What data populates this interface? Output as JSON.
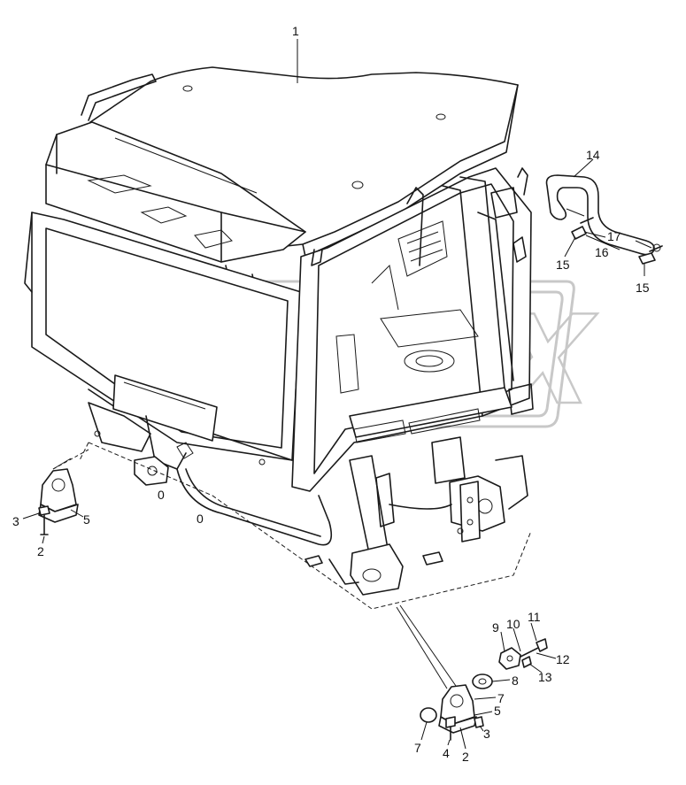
{
  "watermark": {
    "text": "OPEX"
  },
  "callouts": [
    {
      "id": "c1",
      "text": "1"
    },
    {
      "id": "c14",
      "text": "14"
    },
    {
      "id": "c17",
      "text": "17"
    },
    {
      "id": "c16",
      "text": "16"
    },
    {
      "id": "c15a",
      "text": "15"
    },
    {
      "id": "c15b",
      "text": "15"
    },
    {
      "id": "c3a",
      "text": "3"
    },
    {
      "id": "c5a",
      "text": "5"
    },
    {
      "id": "c2a",
      "text": "2"
    },
    {
      "id": "c9",
      "text": "9"
    },
    {
      "id": "c10",
      "text": "10"
    },
    {
      "id": "c11",
      "text": "11"
    },
    {
      "id": "c12",
      "text": "12"
    },
    {
      "id": "c13",
      "text": "13"
    },
    {
      "id": "c8",
      "text": "8"
    },
    {
      "id": "c7a",
      "text": "7"
    },
    {
      "id": "c5b",
      "text": "5"
    },
    {
      "id": "c3b",
      "text": "3"
    },
    {
      "id": "c7b",
      "text": "7"
    },
    {
      "id": "c4",
      "text": "4"
    },
    {
      "id": "c2b",
      "text": "2"
    }
  ],
  "small_marks": [
    "0",
    "0"
  ]
}
